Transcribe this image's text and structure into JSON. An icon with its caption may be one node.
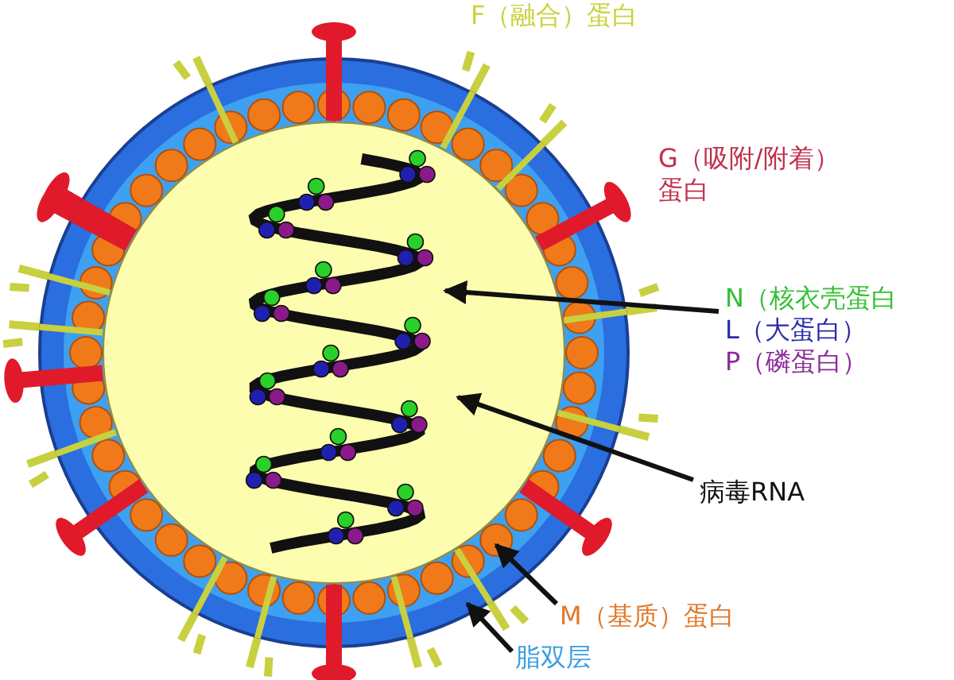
{
  "diagram": {
    "nodes": [
      {
        "text": [
          "N（核衣壳蛋白",
          "L（大蛋白）",
          "P（磷蛋白）"
        ]
      },
      {
        "text": [
          "病毒RNA"
        ]
      },
      {
        "text": [
          "M（基质）蛋白"
        ]
      },
      {
        "text": [
          "脂双层"
        ]
      }
    ],
    "edges": [
      {
        "from": 0,
        "to": null,
        "arrow": "to"
      },
      {
        "from": 1,
        "to": null,
        "arrow": "to"
      },
      {
        "from": 2,
        "to": null,
        "arrow": "to"
      },
      {
        "from": 3,
        "to": null,
        "arrow": "to"
      }
    ],
    "labels": [
      "F（融合）蛋白",
      "G（吸附/附着）蛋白"
    ]
  }
}
